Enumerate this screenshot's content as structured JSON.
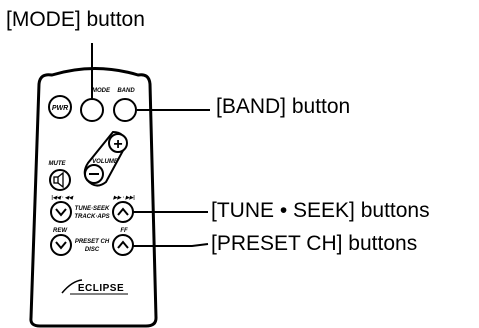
{
  "callouts": {
    "mode": "[MODE] button",
    "band": "[BAND] button",
    "tune_seek": "[TUNE • SEEK] buttons",
    "preset_ch": "[PRESET CH] buttons"
  },
  "remote": {
    "pwr": "PWR",
    "mode": "MODE",
    "band": "BAND",
    "mute": "MUTE",
    "volume": "VOLUME",
    "tune_seek": "TUNE·SEEK",
    "track_aps": "TRACK·APS",
    "skip_left": "|◀◀ · ◀◀",
    "skip_right": "▶▶ · ▶▶|",
    "rew": "REW",
    "ff": "FF",
    "preset_ch": "PRESET CH",
    "disc": "DISC",
    "brand": "ECLIPSE"
  }
}
